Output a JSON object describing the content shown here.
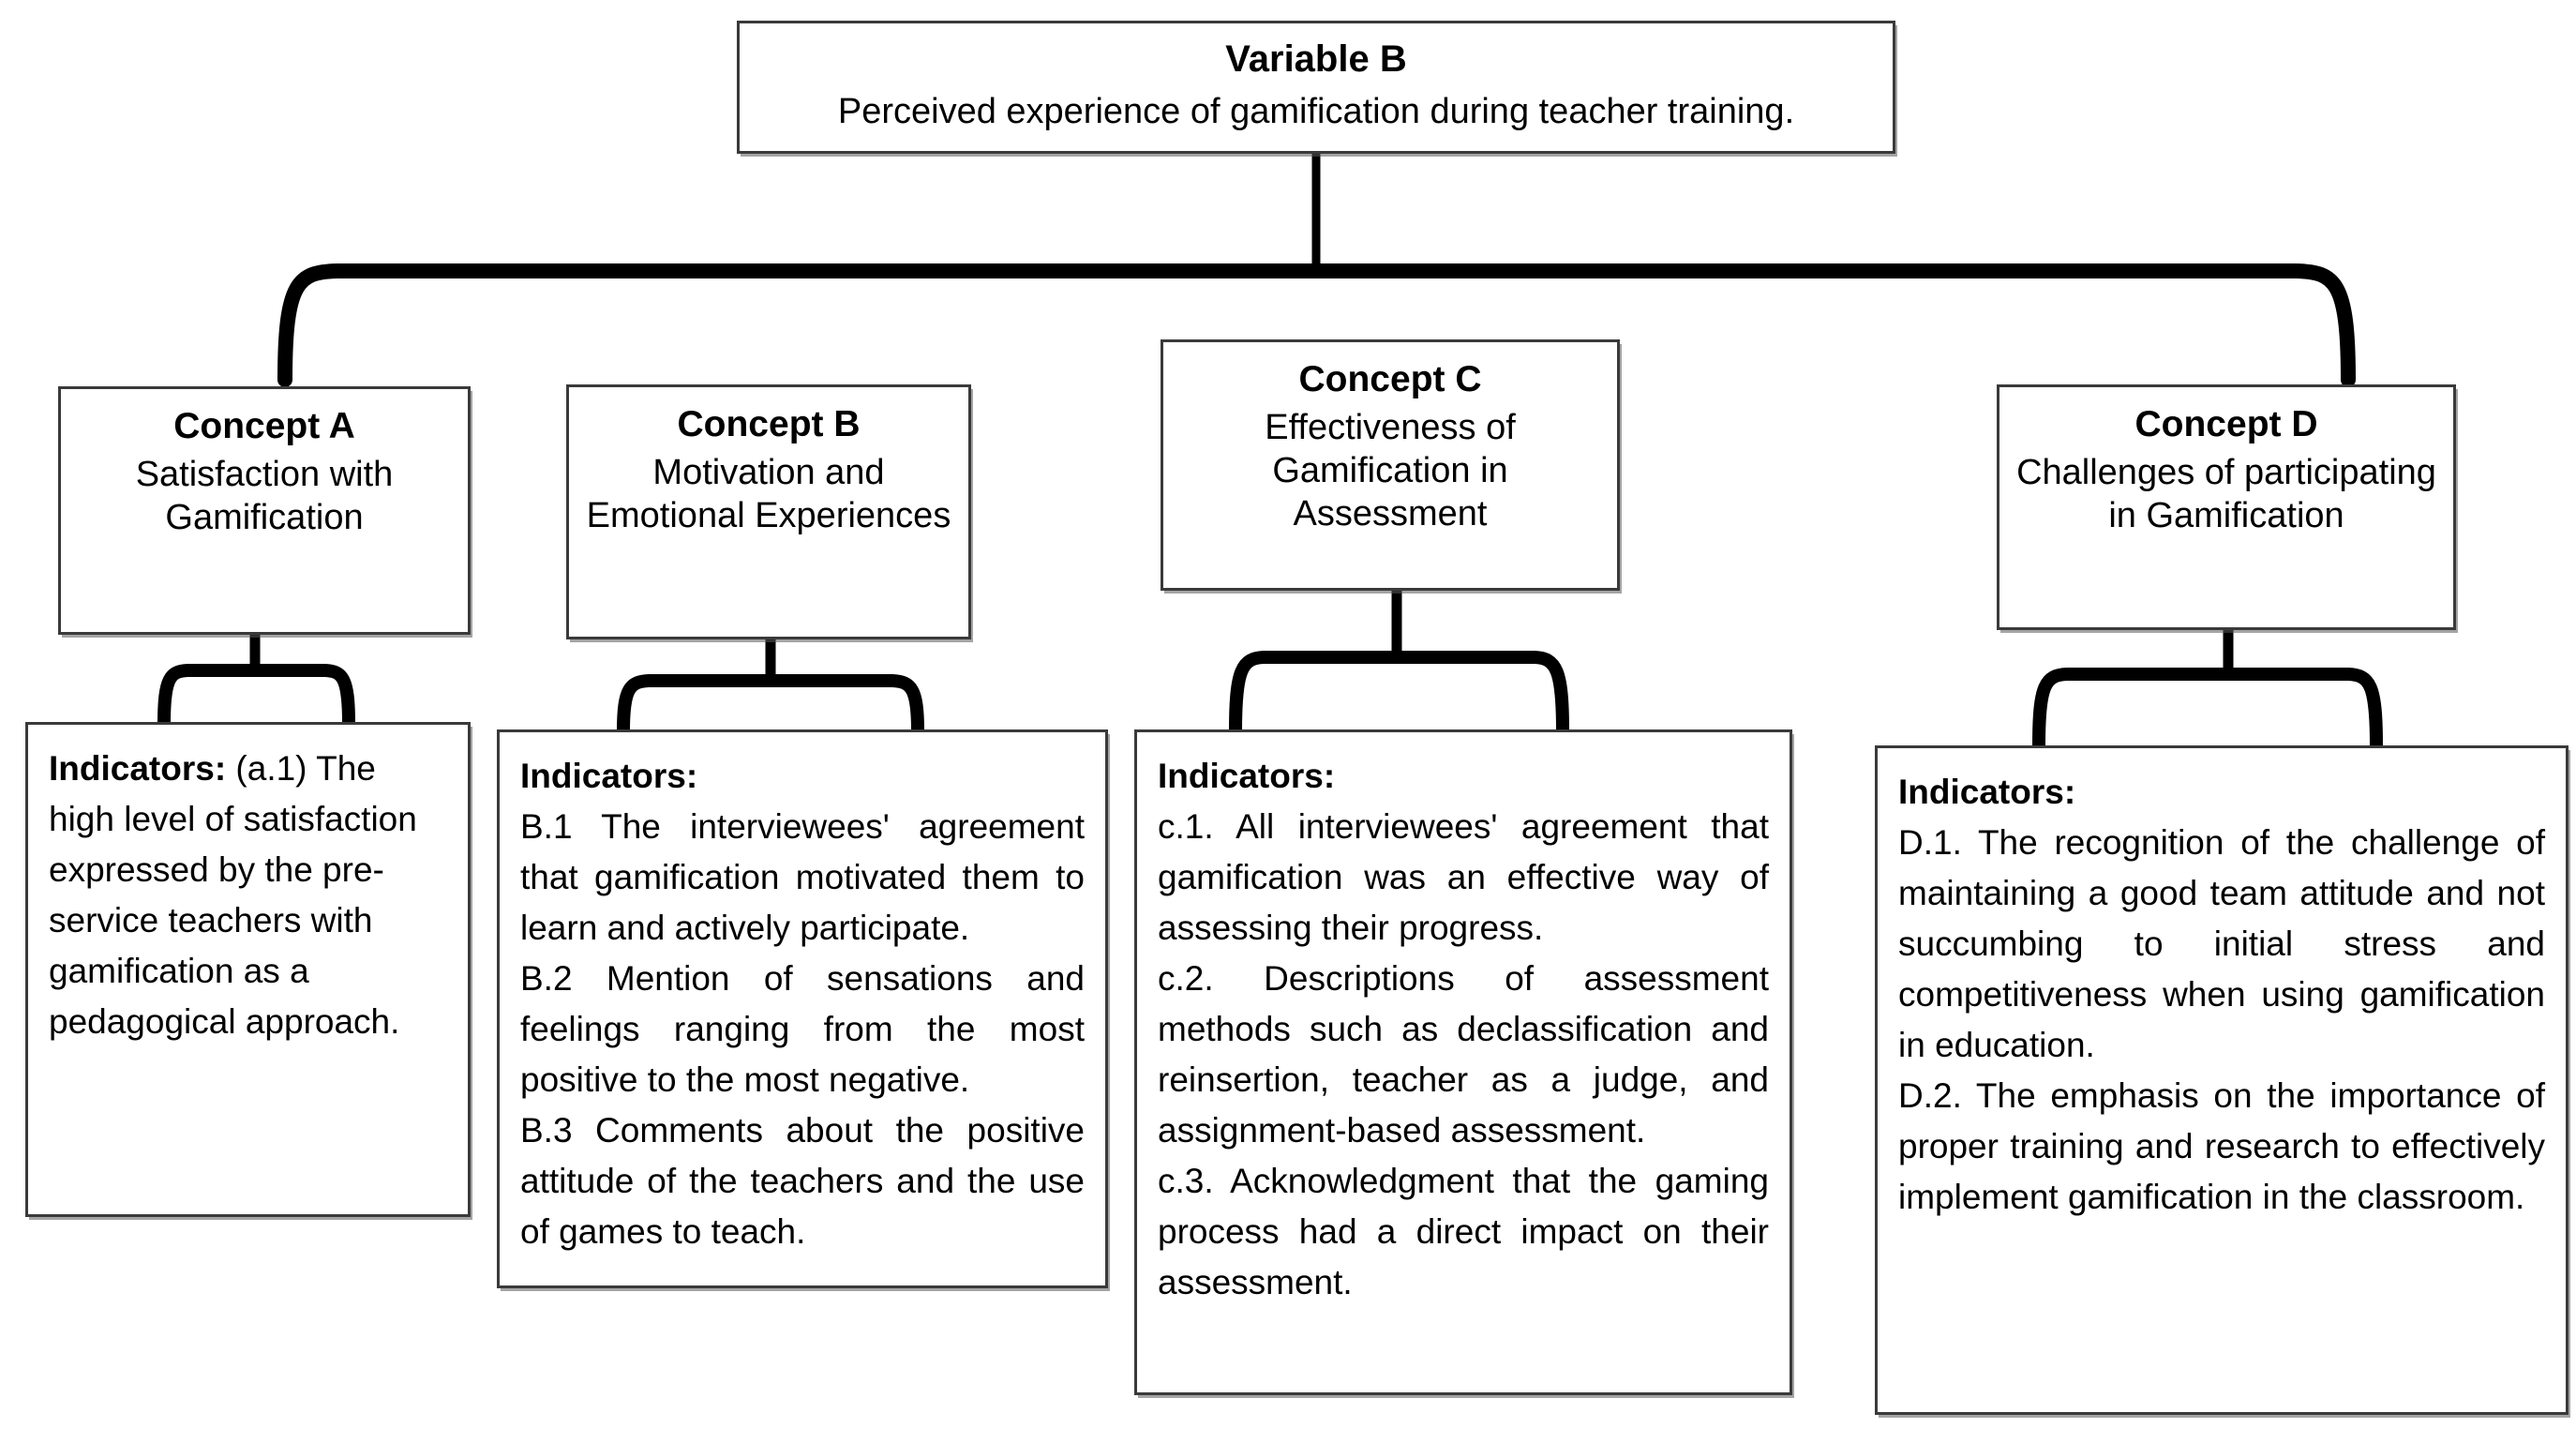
{
  "diagram": {
    "root": {
      "title": "Variable B",
      "subtitle": "Perceived experience of gamification during teacher training."
    },
    "concepts": [
      {
        "id": "a",
        "title": "Concept A",
        "subtitle": "Satisfaction with Gamification",
        "indicators": {
          "heading": "Indicators:",
          "heading_inline": true,
          "align": "left",
          "lines": [
            "(a.1) The high level of satisfaction expressed by the pre-service teachers with gamification as a pedagogical approach."
          ]
        }
      },
      {
        "id": "b",
        "title": "Concept B",
        "subtitle": "Motivation and Emotional Experiences",
        "indicators": {
          "heading": "Indicators:",
          "heading_inline": false,
          "align": "justify",
          "lines": [
            "B.1 The interviewees' agreement that gamification motivated them to learn and actively participate.",
            "B.2 Mention of sensations and feelings ranging from the most positive to the most negative.",
            "B.3 Comments about the positive attitude of the teachers and the use of games to teach."
          ]
        }
      },
      {
        "id": "c",
        "title": "Concept C",
        "subtitle": "Effectiveness of Gamification in Assessment",
        "indicators": {
          "heading": "Indicators:",
          "heading_inline": false,
          "align": "justify",
          "lines": [
            "c.1. All interviewees' agreement that gamification was an effective way of assessing their progress.",
            "c.2. Descriptions of assessment methods such as declassification and reinsertion, teacher as a judge, and assignment-based assessment.",
            "c.3. Acknowledgment that the gaming process had a direct impact on their assessment."
          ]
        }
      },
      {
        "id": "d",
        "title": "Concept D",
        "subtitle": "Challenges of participating in Gamification",
        "indicators": {
          "heading": "Indicators:",
          "heading_inline": false,
          "align": "justify",
          "lines": [
            "D.1. The recognition of the challenge of maintaining a good team attitude and not succumbing to initial stress and competitiveness when using gamification in education.",
            "D.2. The emphasis on the importance of proper training and research to effectively implement gamification in the classroom."
          ]
        }
      }
    ],
    "colors": {
      "line": "#000000",
      "box_border": "#3a3a3a",
      "background": "#ffffff",
      "text": "#000000"
    }
  }
}
